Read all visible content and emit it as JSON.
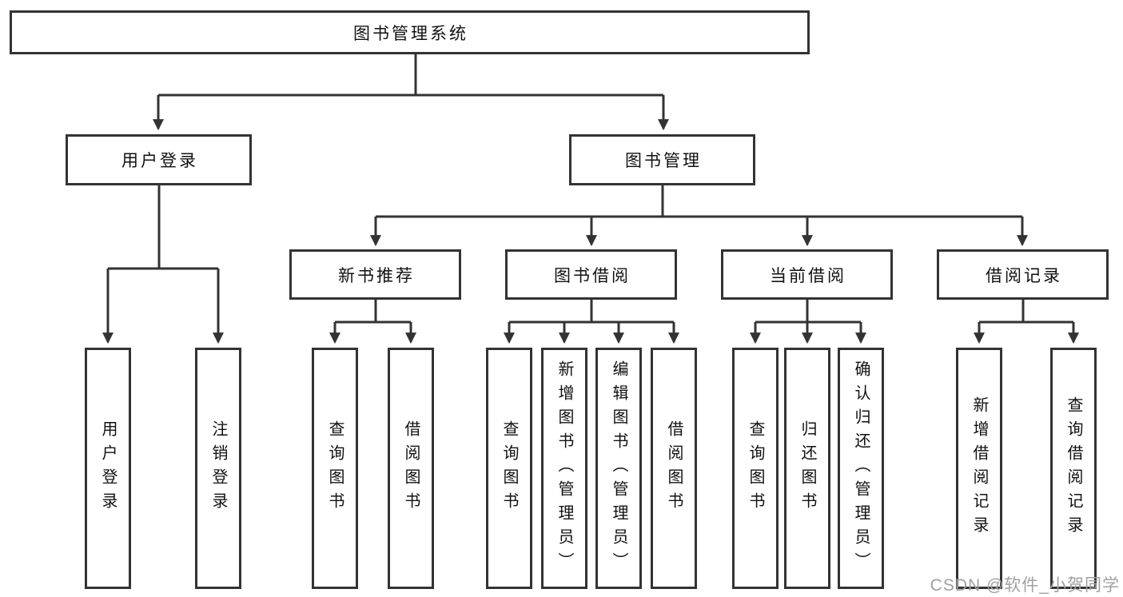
{
  "colors": {
    "line": "#333333",
    "box_border": "#333333",
    "text": "#111111",
    "watermark": "#a0a0a0",
    "background": "#ffffff"
  },
  "root": {
    "label": "图书管理系统"
  },
  "branches": {
    "user": {
      "label": "用户登录",
      "children": [
        "用户登录",
        "注销登录"
      ]
    },
    "books": {
      "label": "图书管理",
      "modules": [
        {
          "label": "新书推荐",
          "children": [
            "查询图书",
            "借阅图书"
          ]
        },
        {
          "label": "图书借阅",
          "children": [
            "查询图书",
            "新增图书（管理员）",
            "编辑图书（管理员）",
            "借阅图书"
          ]
        },
        {
          "label": "当前借阅",
          "children": [
            "查询图书",
            "归还图书",
            "确认归还（管理员）"
          ]
        },
        {
          "label": "借阅记录",
          "children": [
            "新增借阅记录",
            "查询借阅记录"
          ]
        }
      ]
    }
  },
  "watermark": {
    "text": "CSDN @软件_小贺同学"
  }
}
